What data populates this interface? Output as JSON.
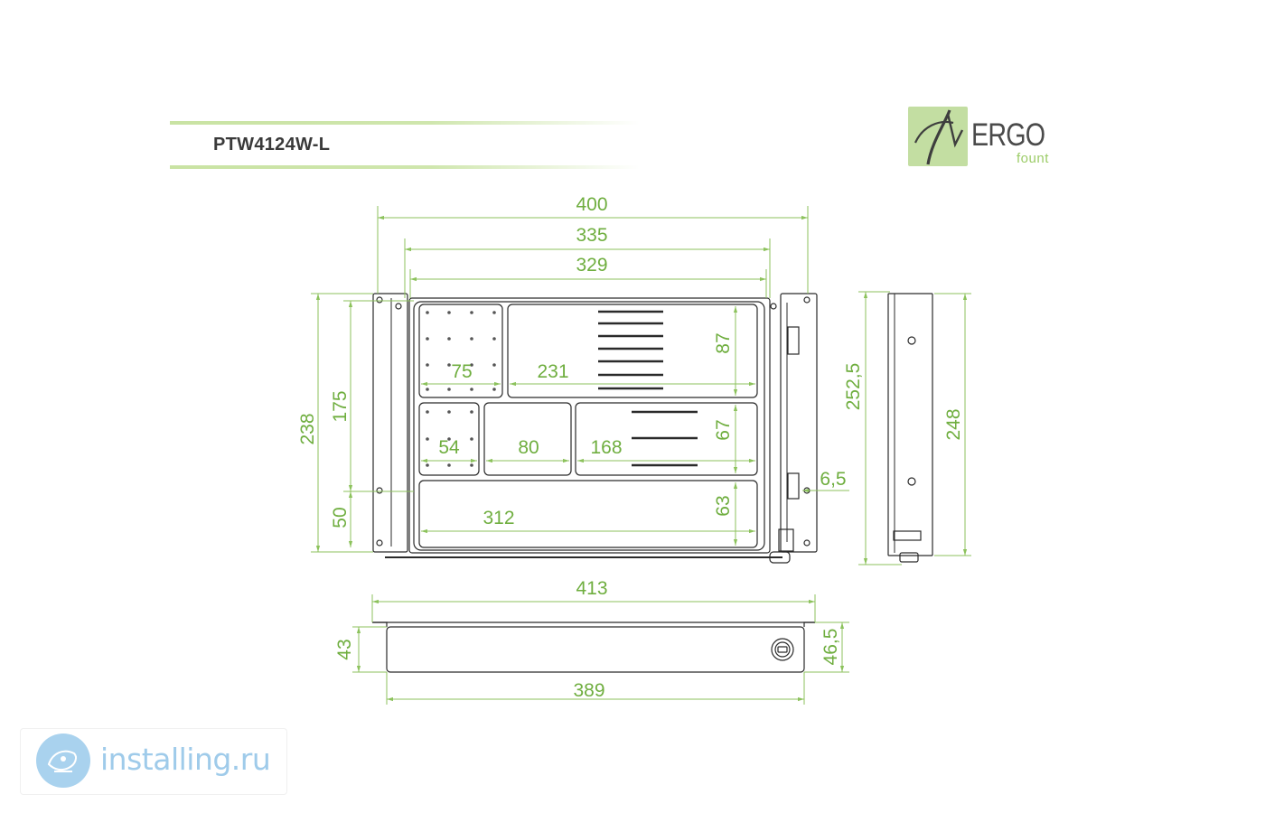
{
  "header": {
    "model": "PTW4124W-L"
  },
  "logo": {
    "word": "ERGO",
    "sub": "fount"
  },
  "watermark": {
    "text": "installing.ru"
  },
  "colors": {
    "dimension_green": "#6fae3f",
    "accent_rule": "#c9e3a3",
    "outline": "#2a2a2a",
    "watermark_blue": "#9fcbea"
  },
  "dimensions": {
    "top_width_overall": "400",
    "top_width_frame": "335",
    "top_width_tray": "329",
    "height_overall": "238",
    "height_upper": "175",
    "height_lower": "50",
    "side_depth": "252,5",
    "side_height": "248",
    "rail_gap": "6,5",
    "comp1_width": "75",
    "comp2_width": "231",
    "comp2_height": "87",
    "comp3_width": "54",
    "comp4_width": "80",
    "comp5_width": "168",
    "comp5_height": "67",
    "comp6_width": "312",
    "comp6_height": "63",
    "front_width_overall": "413",
    "front_width_body": "389",
    "front_height_body": "43",
    "front_height_overall": "46,5"
  }
}
